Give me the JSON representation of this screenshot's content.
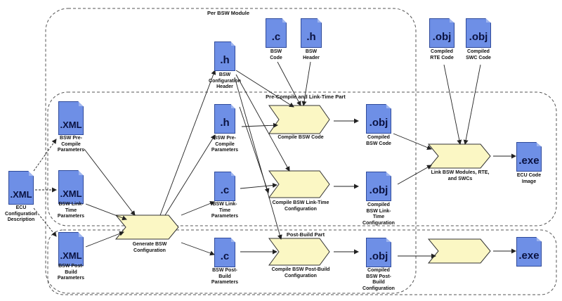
{
  "regions": {
    "per_bsw_module": "Per BSW Module",
    "precompile_linktime": "Pre-Compile and Link-Time Part",
    "postbuild": "Post-Build Part"
  },
  "artifacts": {
    "ecu_config": {
      "ext": ".XML",
      "label": "ECU\nConfiguration\nDescription"
    },
    "bsw_precompile_params": {
      "ext": ".XML",
      "label": "BSW Pre-\nCompile\nParameters"
    },
    "bsw_linktime_params": {
      "ext": ".XML",
      "label": "BSW Link-\nTime\nParameters"
    },
    "bsw_postbuild_params": {
      "ext": ".XML",
      "label": "BSW Post-\nBuild\nParameters"
    },
    "bsw_config_header": {
      "ext": ".h",
      "label": "BSW\nConfiguration\nHeader"
    },
    "bsw_code": {
      "ext": ".c",
      "label": "BSW\nCode"
    },
    "bsw_header": {
      "ext": ".h",
      "label": "BSW\nHeader"
    },
    "bsw_precompile_h": {
      "ext": ".h",
      "label": "BSW Pre-\nCompile\nParameters"
    },
    "bsw_linktime_c": {
      "ext": ".c",
      "label": "BSW Link-\nTime\nParameters"
    },
    "bsw_postbuild_c": {
      "ext": ".c",
      "label": "BSW Post-\nBuild\nParameters"
    },
    "compiled_rte": {
      "ext": ".obj",
      "label": "Compiled\nRTE Code"
    },
    "compiled_swc": {
      "ext": ".obj",
      "label": "Compiled\nSWC Code"
    },
    "compiled_bsw": {
      "ext": ".obj",
      "label": "Compiled\nBSW Code"
    },
    "compiled_bsw_linktime": {
      "ext": ".obj",
      "label": "Compiled\nBSW Link-\nTime\nConfiguration"
    },
    "compiled_bsw_postbuild": {
      "ext": ".obj",
      "label": "Compiled\nBSW Post-\nBuild\nConfiguration"
    },
    "ecu_image": {
      "ext": ".exe",
      "label": "ECU Code\nImage"
    },
    "postbuild_exe": {
      "ext": ".exe",
      "label": ""
    }
  },
  "processes": {
    "generate": "Generate BSW\nConfiguration",
    "compile_bsw": "Compile BSW Code",
    "compile_linktime": "Compile BSW Link-Time\nConfiguration",
    "compile_postbuild": "Compile BSW Post-Build\nConfiguration",
    "link": "Link BSW Modules, RTE,\nand SWCs",
    "postbuild_step": ""
  },
  "colors": {
    "document_fill": "#6e8fe6",
    "document_border": "#2f4a9a",
    "process_fill": "#fbf7c4",
    "process_border": "#333333",
    "region_border": "#555555"
  }
}
